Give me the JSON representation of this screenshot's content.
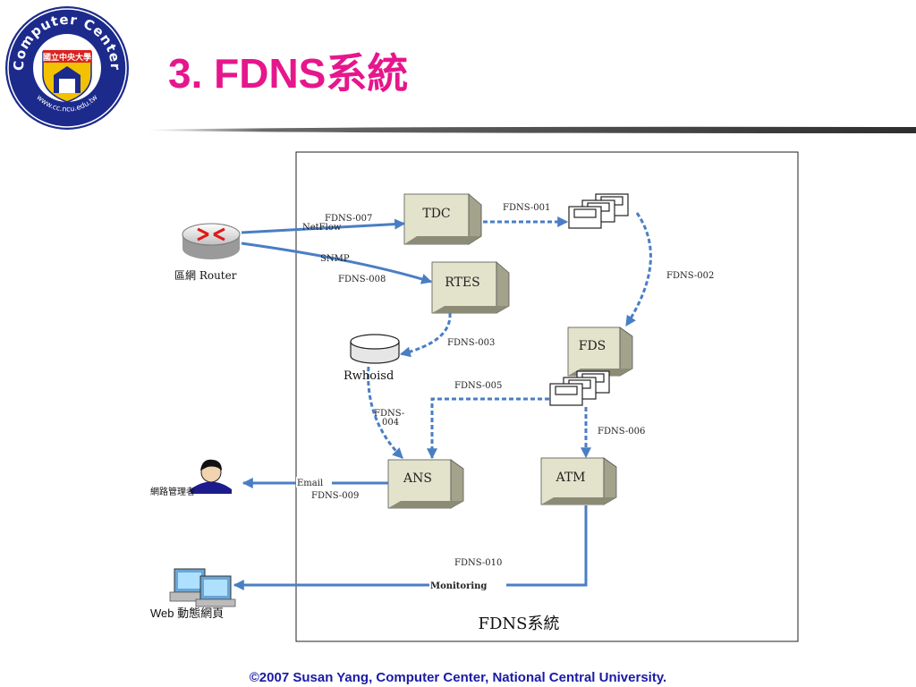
{
  "slide": {
    "title": "3. FDNS系統",
    "footer": "©2007 Susan Yang, Computer Center, National Central University."
  },
  "logo": {
    "ring_top": "Computer Center",
    "ring_bottom": "www.cc.ncu.edu.tw",
    "center": "國立中央大學"
  },
  "diagram": {
    "caption": "FDNS系統",
    "boxes": {
      "tdc": "TDC",
      "rtes": "RTES",
      "fds": "FDS",
      "ans": "ANS",
      "atm": "ATM"
    },
    "nodes": {
      "router": "區網 Router",
      "rwhoisd": "Rwhoisd",
      "admin": "網路管理者",
      "web": "Web 動態網頁"
    },
    "labels": {
      "fdns001": "FDNS-001",
      "fdns002": "FDNS-002",
      "fdns003": "FDNS-003",
      "fdns004a": "FDNS-",
      "fdns004b": "004",
      "fdns005": "FDNS-005",
      "fdns006": "FDNS-006",
      "fdns007": "FDNS-007",
      "netflow": "NetFlow",
      "snmp": "SNMP",
      "fdns008": "FDNS-008",
      "email": "Email",
      "fdns009": "FDNS-009",
      "fdns010": "FDNS-010",
      "monitoring": "Monitoring"
    },
    "colors": {
      "arrow": "#4a7ec4",
      "box_front": "#e3e3cc",
      "box_side": "#a3a38c",
      "title": "#e6168c",
      "footer": "#1a1aa6"
    }
  }
}
